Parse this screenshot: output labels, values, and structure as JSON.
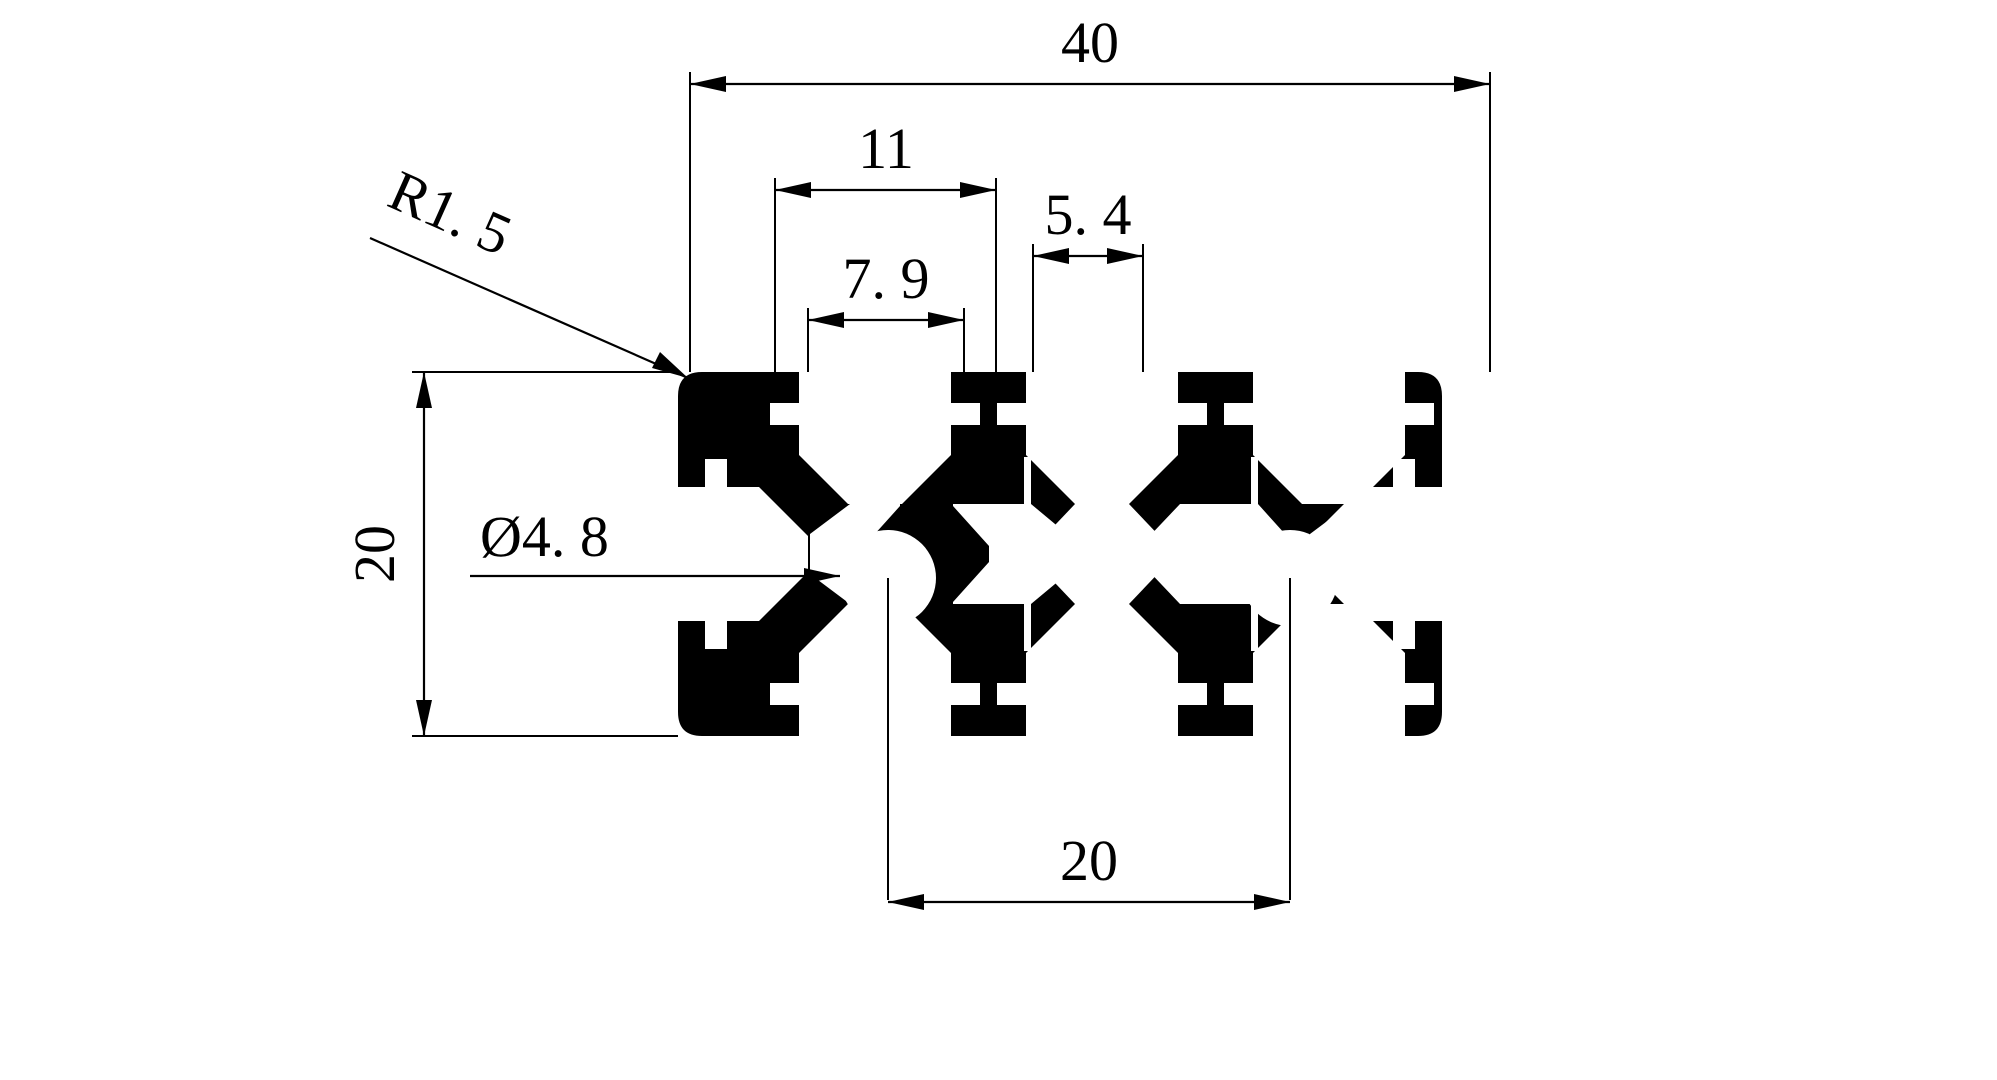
{
  "drawing": {
    "type": "engineering-cross-section",
    "subject": "2040 V-slot aluminium extrusion profile cross-section",
    "units": "mm",
    "background_color": "#ffffff",
    "line_color": "#000000",
    "fill_color": "#000000"
  },
  "dimensions": {
    "overall_width": {
      "label": "40",
      "value": 40,
      "orientation": "horizontal",
      "position": "top"
    },
    "overall_height": {
      "label": "20",
      "value": 20,
      "orientation": "vertical",
      "position": "left"
    },
    "slot_opening_outer": {
      "label": "11",
      "value": 11,
      "orientation": "horizontal",
      "position": "top"
    },
    "slot_opening_inner": {
      "label": "7. 9",
      "value": 7.9,
      "orientation": "horizontal",
      "position": "top"
    },
    "slot_throat": {
      "label": "5. 4",
      "value": 5.4,
      "orientation": "horizontal",
      "position": "top"
    },
    "corner_radius": {
      "label": "R1. 5",
      "value": 1.5,
      "orientation": "leader",
      "position": "upper-left",
      "rotation_deg": 37
    },
    "center_bore": {
      "label": "Ø4. 8",
      "value": 4.8,
      "orientation": "leader",
      "position": "left"
    },
    "bore_spacing": {
      "label": "20",
      "value": 20,
      "orientation": "horizontal",
      "position": "bottom"
    }
  },
  "notes": {
    "no_title_block": true,
    "no_text_other_than_dimensions": true
  }
}
